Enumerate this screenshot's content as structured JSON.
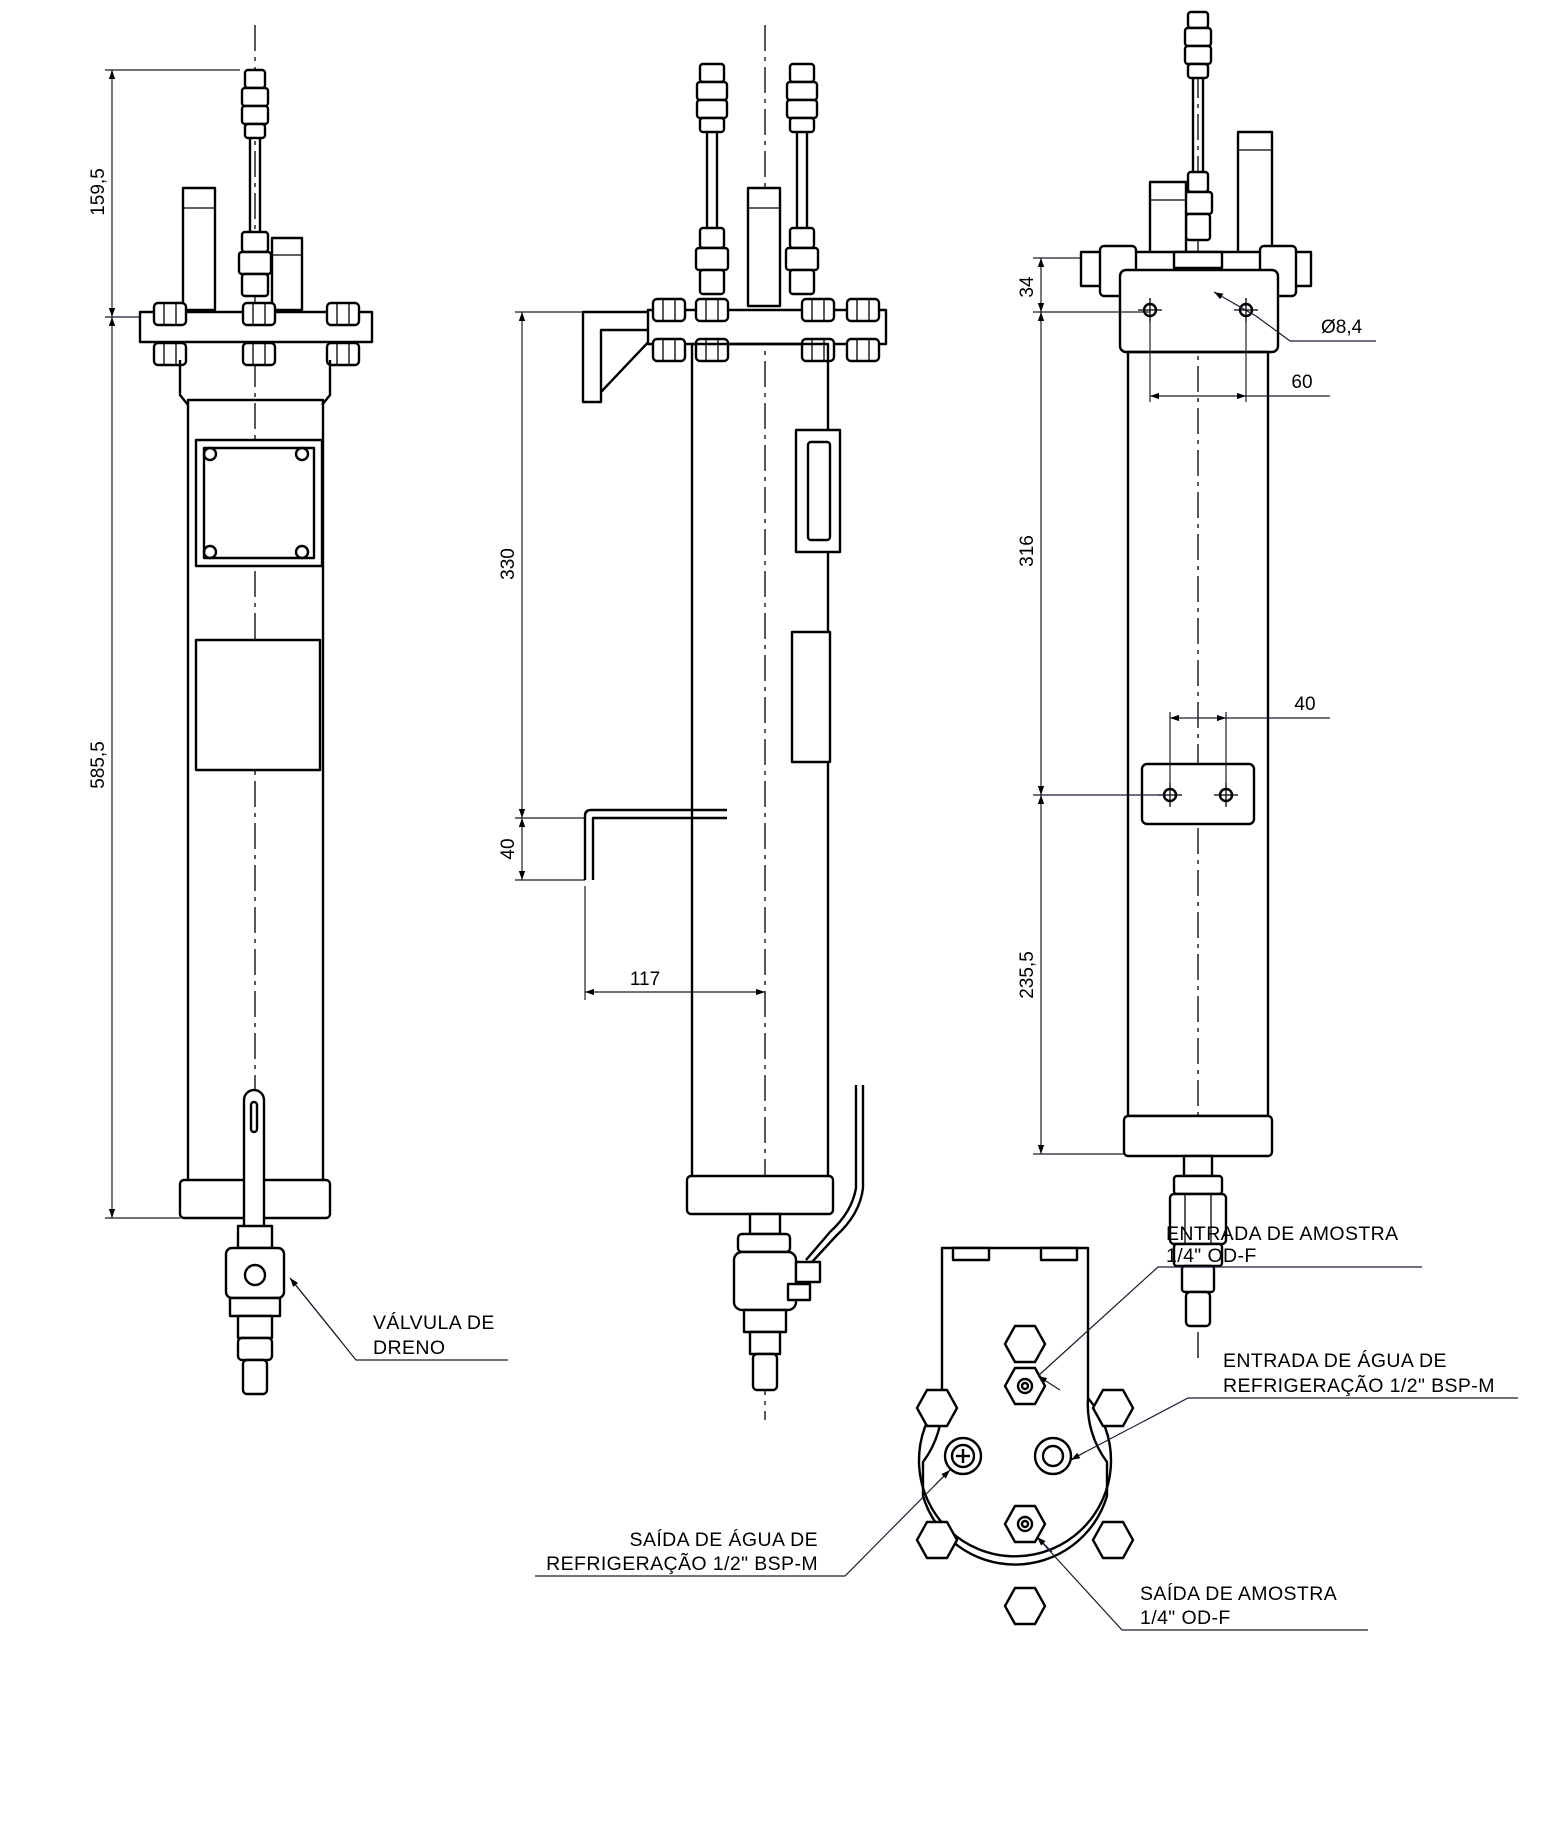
{
  "dimensions": {
    "front_top": "159,5",
    "front_body": "585,5",
    "side_bracket_span": "330",
    "side_support_height": "40",
    "side_support_offset": "117",
    "back_head": "34",
    "back_hole_diameter": "Ø8,4",
    "back_hole_spacing": "60",
    "back_mid": "316",
    "back_bracket_holes": "40",
    "back_lower": "235,5"
  },
  "labels": {
    "drain_valve": [
      "VÁLVULA DE",
      "DRENO"
    ],
    "sample_inlet": [
      "ENTRADA DE AMOSTRA",
      "1/4\" OD-F"
    ],
    "cooling_inlet": [
      "ENTRADA DE ÁGUA DE",
      "REFRIGERAÇÃO 1/2\" BSP-M"
    ],
    "cooling_outlet": [
      "SAÍDA DE ÁGUA DE",
      "REFRIGERAÇÃO 1/2\" BSP-M"
    ],
    "sample_outlet": [
      "SAÍDA DE AMOSTRA",
      "1/4\" OD-F"
    ]
  }
}
